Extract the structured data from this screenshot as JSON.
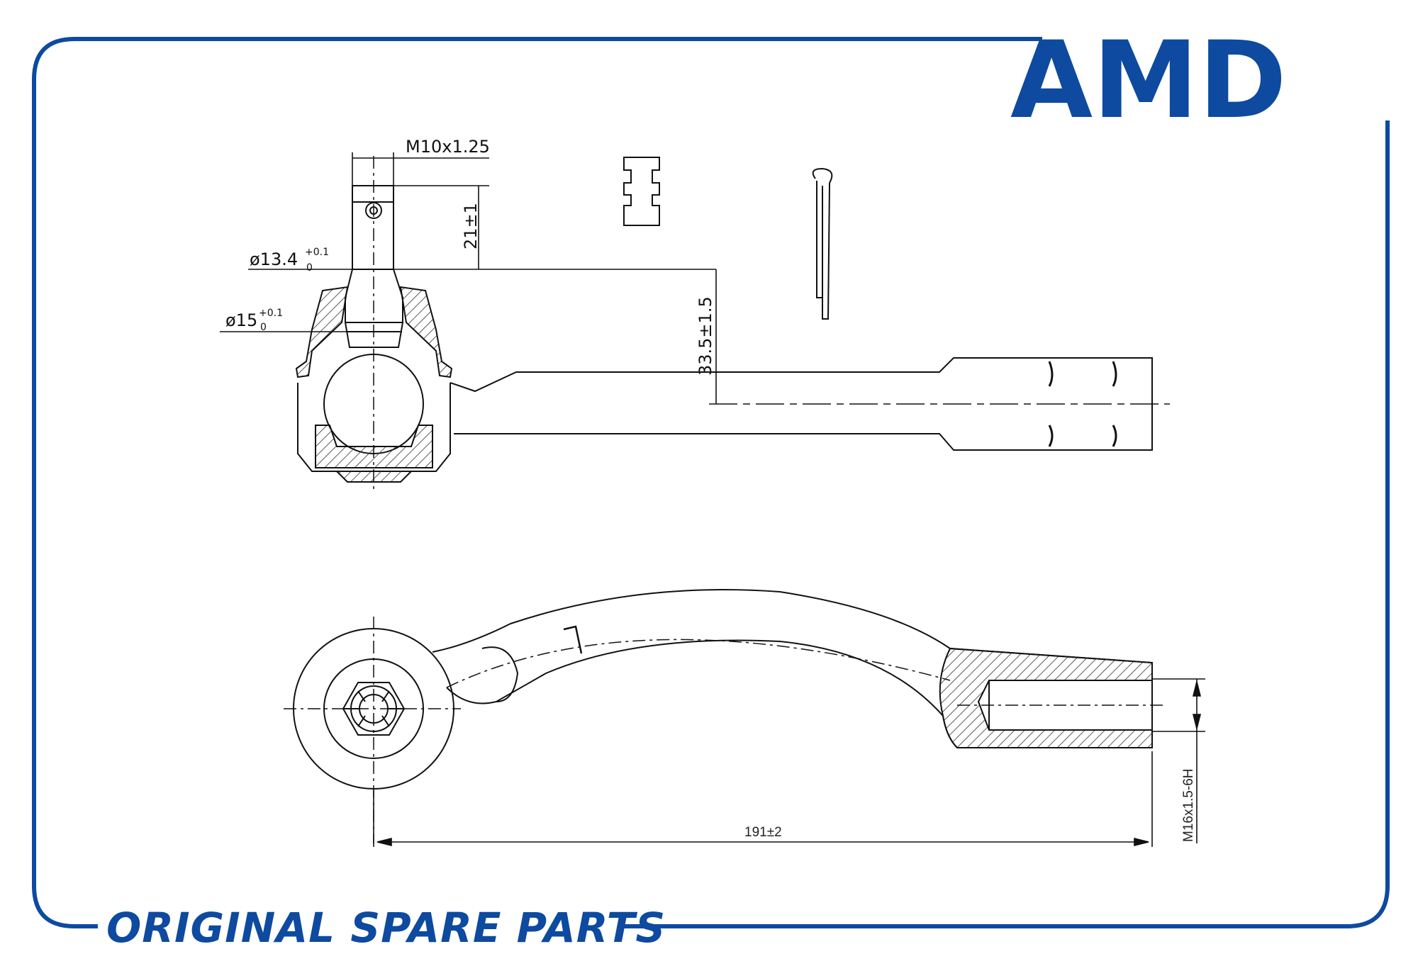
{
  "brand": {
    "logo_text": "AMD",
    "slogan": "ORIGINAL SPARE PARTS",
    "accent_color": "#0d4aa0"
  },
  "dimensions": {
    "thread_stud": "M10x1.25",
    "stud_length": "21±1",
    "diameter_1": "ø13.4",
    "diameter_1_tol_upper": "+0.1",
    "diameter_1_tol_lower": "0",
    "diameter_2": "ø15",
    "diameter_2_tol_upper": "+0.1",
    "diameter_2_tol_lower": "0",
    "height": "33.5±1.5",
    "thread_inner": "M16x1.5-6H",
    "overall_length": "191±2"
  },
  "markings": {
    "side_mark": "L"
  }
}
